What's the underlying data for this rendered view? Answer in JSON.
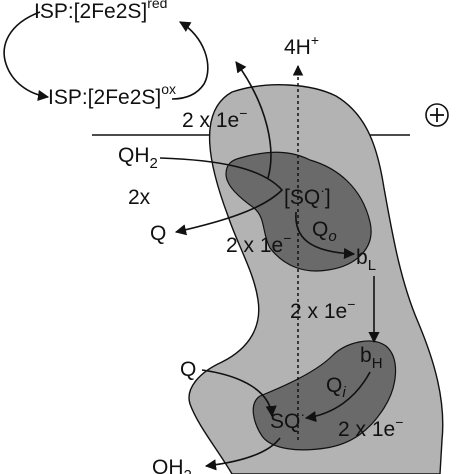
{
  "colors": {
    "membrane_light": "#b3b3b3",
    "membrane_dark": "#6a6a6a",
    "stroke": "#111111",
    "background": "#ffffff"
  },
  "isp": {
    "reduced": {
      "label": "ISP:[2Fe2S]",
      "superscript": "red"
    },
    "oxidized": {
      "label": "ISP:[2Fe2S]",
      "superscript": "ox"
    }
  },
  "protons": {
    "label": "4H",
    "superscript": "+"
  },
  "plus_icon": "circle-plus-icon",
  "electron_transfers": {
    "isp_to_qo": {
      "label": "2 x 1e",
      "superscript": "−"
    },
    "qo_to_bl": {
      "label": "2 x 1e",
      "superscript": "−"
    },
    "bl_to_bh": {
      "label": "2 x 1e",
      "superscript": "−"
    },
    "bh_to_qi": {
      "label": "2 x 1e",
      "superscript": "−"
    }
  },
  "qo_site": {
    "qh2": {
      "label": "QH",
      "subscript": "2"
    },
    "multiplier": "2x",
    "q": "Q",
    "sq": {
      "label": "[SQ",
      "superscript": "·",
      "close": "]"
    },
    "site": {
      "label": "Q",
      "subscript": "o"
    }
  },
  "hemes": {
    "bl": {
      "label": "b",
      "subscript": "L"
    },
    "bh": {
      "label": "b",
      "subscript": "H"
    }
  },
  "qi_site": {
    "q": "Q",
    "sq": {
      "label": "SQ",
      "superscript": "·"
    },
    "site": {
      "label": "Q",
      "subscript": "i"
    },
    "qh2": {
      "label": "QH",
      "subscript": "2"
    }
  }
}
